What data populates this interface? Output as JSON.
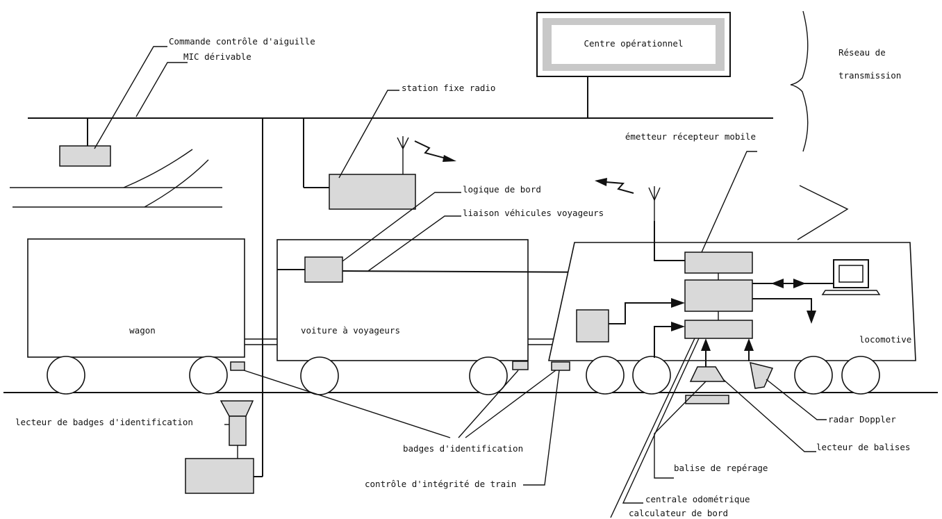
{
  "labels": {
    "centre": "Centre opérationnel",
    "reseau_line1": "Réseau de",
    "reseau_line2": "transmission",
    "commande": "Commande contrôle d'aiguille",
    "mic": "MIC dérivable",
    "station_radio": "station fixe radio",
    "emetteur": "émetteur récepteur mobile",
    "logique": "logique de bord",
    "liaison": "liaison véhicules voyageurs",
    "wagon": "wagon",
    "voiture": "voiture à voyageurs",
    "locomotive": "locomotive",
    "lecteur_badges": "lecteur de badges d'identification",
    "badges": "badges d'identification",
    "controle_integrite": "contrôle d'intégrité de train",
    "radar": "radar Doppler",
    "lecteur_balises": "lecteur de balises",
    "balise": "balise de repérage",
    "centrale": "centrale odométrique",
    "calculateur": "calculateur de bord"
  },
  "colors": {
    "ink": "#111111",
    "box_fill": "#d9d9d9",
    "background": "#ffffff"
  }
}
